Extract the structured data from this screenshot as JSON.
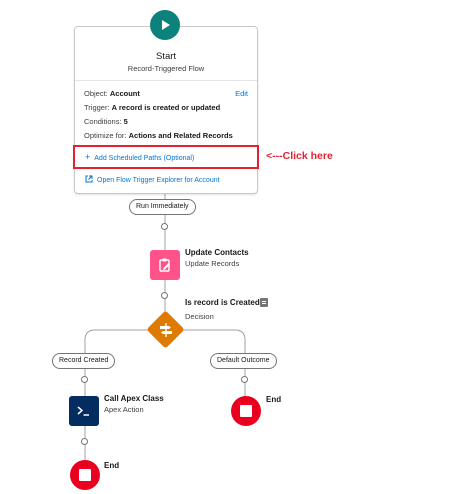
{
  "start_node": {
    "title": "Start",
    "subtitle": "Record-Triggered Flow",
    "object_label": "Object:",
    "object_value": "Account",
    "edit_label": "Edit",
    "trigger_label": "Trigger:",
    "trigger_value": "A record is created or updated",
    "conditions_label": "Conditions:",
    "conditions_value": "5",
    "optimize_label": "Optimize for:",
    "optimize_value": "Actions and Related Records",
    "scheduled_paths_link": "Add Scheduled Paths (Optional)",
    "explorer_link": "Open Flow Trigger Explorer for Account"
  },
  "annotation": {
    "callout_text": "<---Click here",
    "color": "#e3222f"
  },
  "connectors": {
    "run_immediately": "Run Immediately",
    "record_created": "Record Created",
    "default_outcome": "Default Outcome"
  },
  "nodes": {
    "update_contacts": {
      "title": "Update Contacts",
      "subtitle": "Update Records",
      "icon": "update-records-icon",
      "color": "#ff538a"
    },
    "decision": {
      "title": "Is record is Created",
      "subtitle": "Decision",
      "icon": "decision-icon",
      "color": "#dd7a01"
    },
    "apex": {
      "title": "Call Apex Class",
      "subtitle": "Apex Action",
      "icon": "apex-terminal-icon",
      "color": "#032d60"
    },
    "end_left": {
      "title": "End",
      "icon": "stop-icon",
      "color": "#ea001e"
    },
    "end_right": {
      "title": "End",
      "icon": "stop-icon",
      "color": "#ea001e"
    }
  },
  "colors": {
    "start": "#0b827c",
    "link": "#0176d3",
    "connector": "#747474"
  }
}
